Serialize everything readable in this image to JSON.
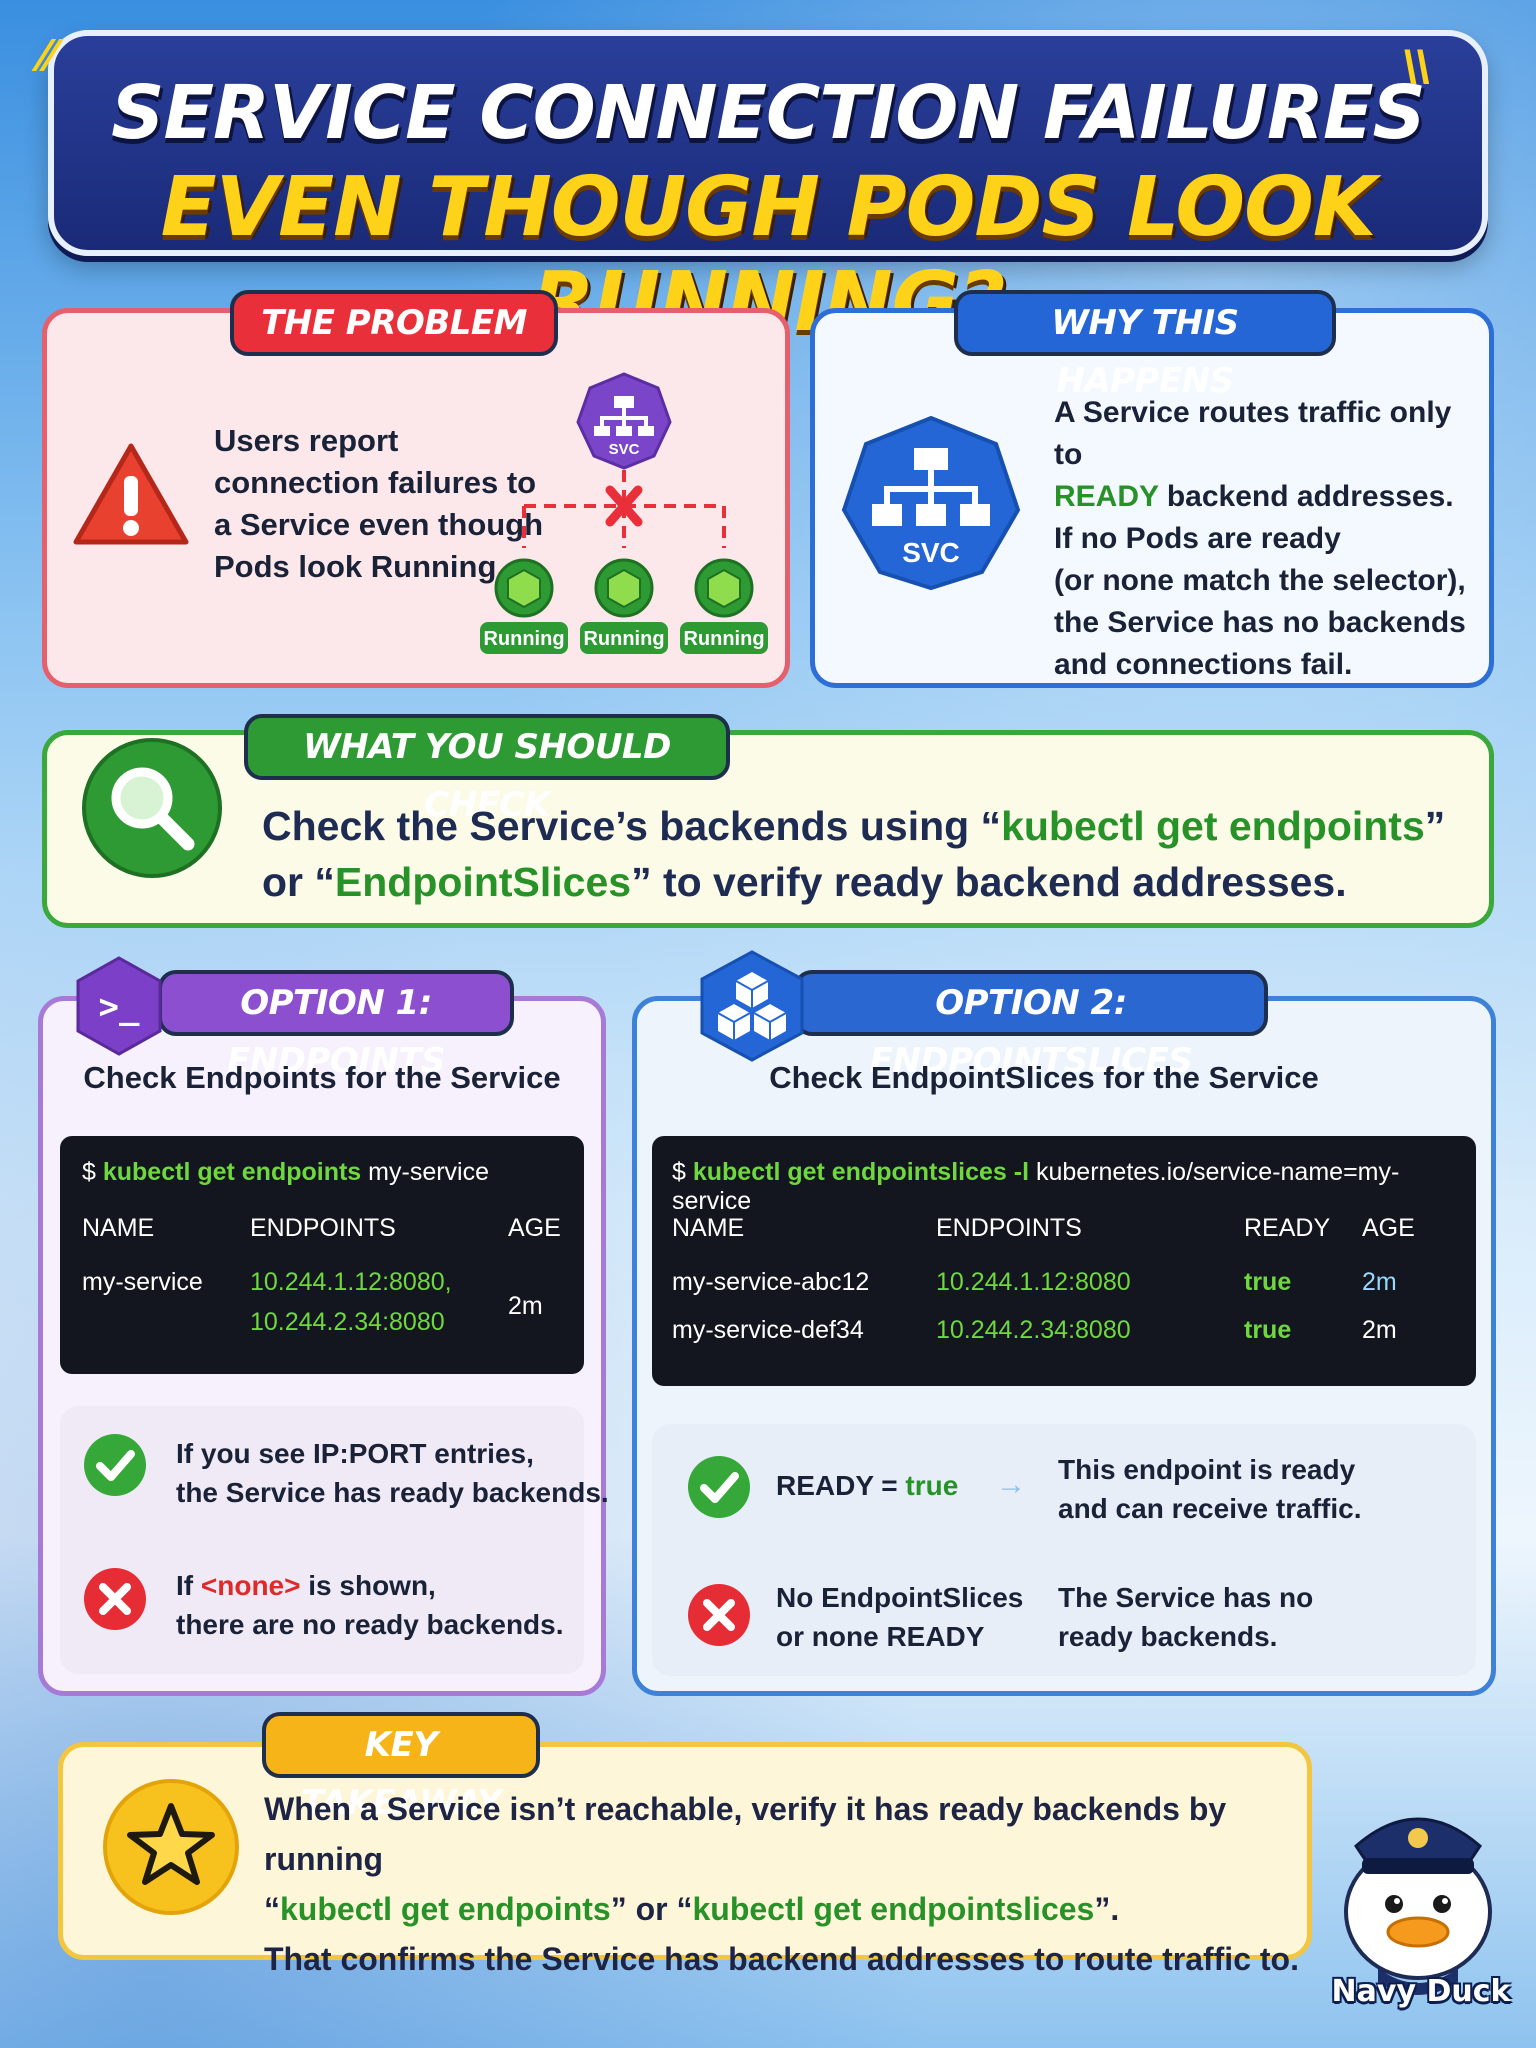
{
  "title": {
    "line1": "SERVICE CONNECTION FAILURES",
    "line2": "EVEN THOUGH PODS LOOK RUNNING?"
  },
  "problem": {
    "tab": "THE PROBLEM",
    "text": "Users report connection failures to a Service even though Pods look Running.",
    "svc_label": "SVC",
    "pod_status": [
      "Running",
      "Running",
      "Running"
    ]
  },
  "why": {
    "tab": "WHY THIS HAPPENS",
    "svc_label": "SVC",
    "line1": "A Service routes traffic only to",
    "ready_word": "READY",
    "line2_rest": " backend addresses.",
    "line3": "If no Pods are ready",
    "line4": "(or none match the selector),",
    "line5": "the Service has no backends",
    "line6": "and connections fail."
  },
  "check": {
    "tab": "WHAT YOU SHOULD CHECK",
    "part1": "Check the Service’s backends using “",
    "cmd1": "kubectl get endpoints",
    "part2": "”",
    "part3": "or “",
    "cmd2": "EndpointSlices",
    "part4": "” to verify ready backend addresses."
  },
  "option1": {
    "tab": "OPTION 1: ENDPOINTS",
    "icon_text": ">_",
    "subtitle": "Check Endpoints for the Service",
    "prompt": "$ ",
    "cmd_a": "kubectl get endpoints",
    "cmd_b": " my-service",
    "headers": [
      "NAME",
      "ENDPOINTS",
      "AGE"
    ],
    "row": {
      "name": "my-service",
      "ep1": "10.244.1.12:8080,",
      "ep2": "10.244.2.34:8080",
      "age": "2m"
    },
    "ok_text_1": "If you see IP:PORT entries,",
    "ok_text_2": "the Service has ready backends.",
    "bad_a": "If ",
    "bad_none": "<none>",
    "bad_b": " is shown,",
    "bad_text_2": "there are no ready backends."
  },
  "option2": {
    "tab": "OPTION 2: ENDPOINTSLICES",
    "subtitle": "Check EndpointSlices for the Service",
    "prompt": "$ ",
    "cmd_a": "kubectl get endpointslices -l",
    "cmd_b": " kubernetes.io/service-name=my-service",
    "headers": [
      "NAME",
      "ENDPOINTS",
      "READY",
      "AGE"
    ],
    "rows": [
      {
        "name": "my-service-abc12",
        "ep": "10.244.1.12:8080",
        "ready": "true",
        "age": "2m"
      },
      {
        "name": "my-service-def34",
        "ep": "10.244.2.34:8080",
        "ready": "true",
        "age": "2m"
      }
    ],
    "ok_label_a": "READY = ",
    "ok_label_b": "true",
    "ok_desc_1": "This endpoint is ready",
    "ok_desc_2": "and can receive traffic.",
    "bad_label_1": "No EndpointSlices",
    "bad_label_2": "or none READY",
    "bad_desc_1": "The Service has no",
    "bad_desc_2": "ready backends."
  },
  "takeaway": {
    "tab": "KEY TAKEAWAY",
    "line1": "When a Service isn’t reachable, verify it has ready backends by running",
    "q1": "“",
    "cmd1": "kubectl get endpoints",
    "mid": "” or “",
    "cmd2": "kubectl get endpointslices",
    "q2": "”.",
    "line3": "That confirms the Service has backend addresses to route traffic to."
  },
  "brand": "Navy Duck",
  "colors": {
    "problem": "#e9303a",
    "why": "#2466d6",
    "check": "#2e9a34",
    "option1": "#8c4fd0",
    "option2": "#2a67d0",
    "takeaway": "#f6b418",
    "ok": "#36a83a",
    "bad": "#e62d35"
  }
}
